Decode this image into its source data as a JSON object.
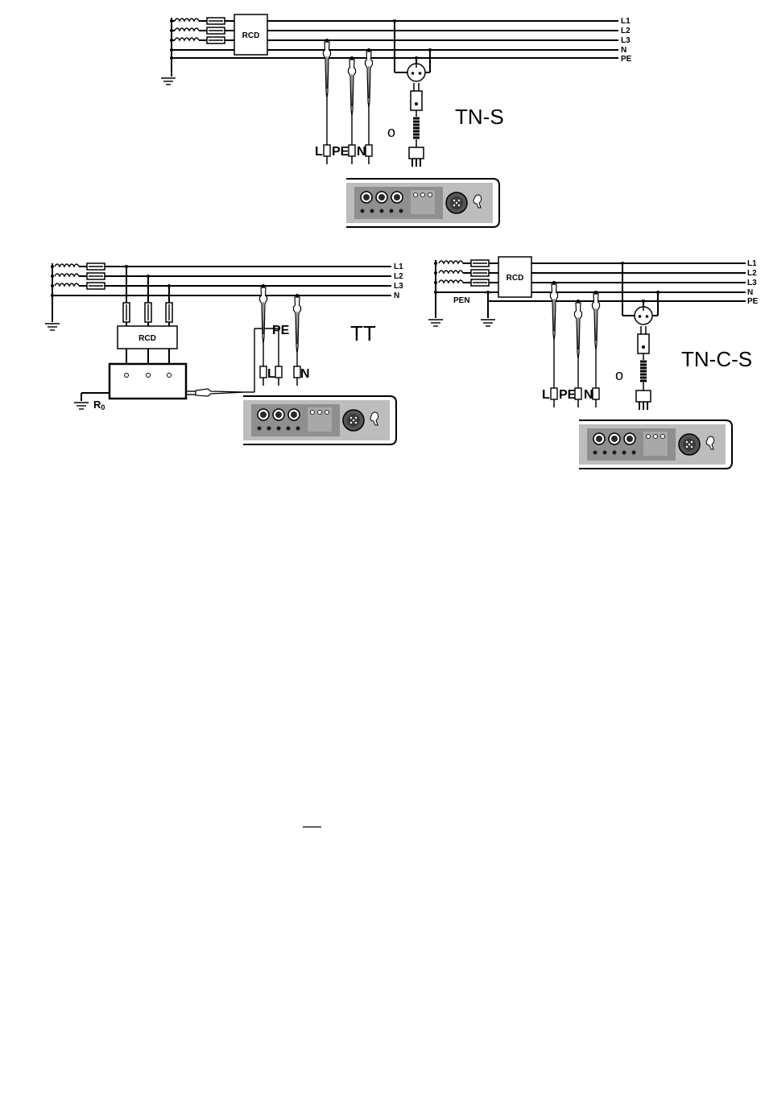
{
  "diagrams": {
    "tns": {
      "title": "TN-S",
      "rcd": "RCD",
      "lines": [
        "L1",
        "L2",
        "L3",
        "N",
        "PE"
      ],
      "probe_labels": {
        "l": "L",
        "pe": "PE",
        "n": "N"
      },
      "or": "o"
    },
    "tt": {
      "title": "TT",
      "rcd": "RCD",
      "lines": [
        "L1",
        "L2",
        "L3",
        "N"
      ],
      "pe_label": "PE",
      "probe_labels": {
        "l": "L",
        "n": "N"
      },
      "earth_label": "R",
      "earth_sub": "0"
    },
    "tncs": {
      "title": "TN-C-S",
      "rcd": "RCD",
      "pen": "PEN",
      "lines": [
        "L1",
        "L2",
        "L3",
        "N",
        "PE"
      ],
      "probe_labels": {
        "l": "L",
        "pe": "PE",
        "n": "N"
      },
      "or": "o"
    }
  },
  "colors": {
    "ink": "#000000",
    "panel": "#bdbdbd",
    "panel_dark": "#8f8f8f",
    "socket": "#2a2a2a"
  }
}
